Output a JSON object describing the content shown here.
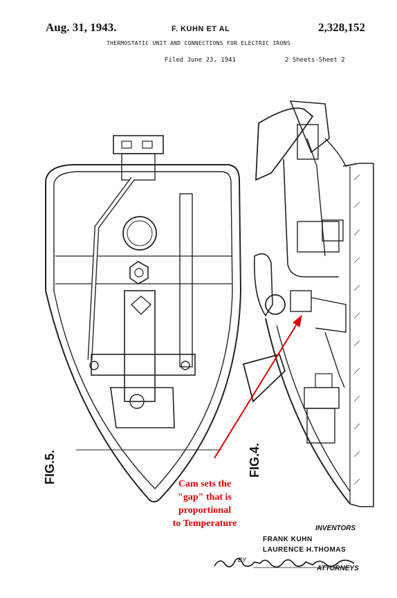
{
  "header": {
    "date": "Aug. 31, 1943.",
    "inventor_short": "F. KUHN ET AL",
    "patent_number": "2,328,152",
    "title": "THERMOSTATIC UNIT AND CONNECTIONS FOR ELECTRIC IRONS",
    "filed": "Filed June 23, 1941",
    "sheets": "2 Sheets-Sheet 2"
  },
  "figures": {
    "fig5_label": "FIG.5.",
    "fig4_label": "FIG.4."
  },
  "annotation": {
    "line1": "Cam sets the",
    "line2": "\"gap\" that is",
    "line3": "proportional",
    "line4": "to Temperature",
    "color": "#e00000"
  },
  "footer": {
    "inventors_label": "INVENTORS",
    "inventor1": "FRANK KUHN",
    "inventor2": "LAURENCE H.THOMAS",
    "by": "BY",
    "attorneys_label": "ATTORNEYS"
  },
  "signature": {
    "kind": "handwritten signature of attorneys"
  }
}
